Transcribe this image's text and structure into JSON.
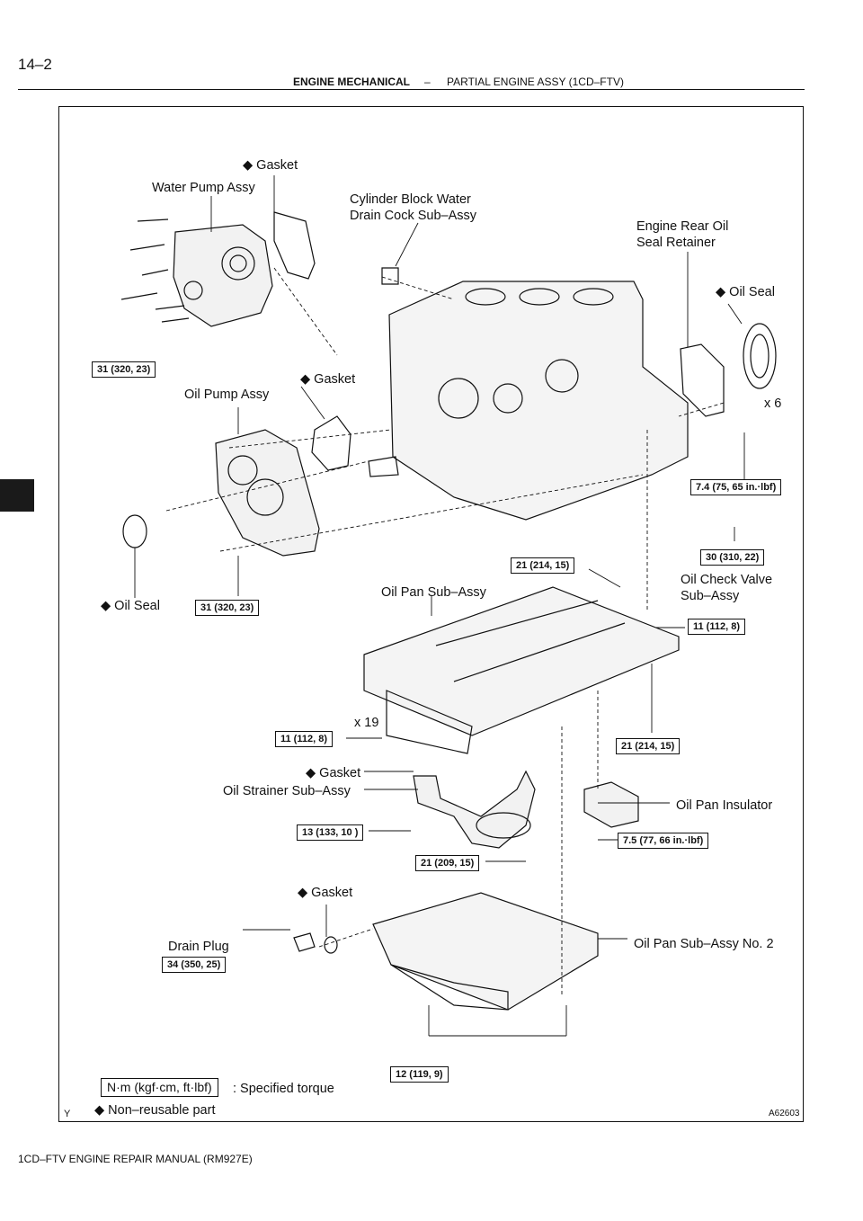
{
  "header": {
    "page_number": "14–2",
    "section": "ENGINE MECHANICAL",
    "separator": "–",
    "subsection": "PARTIAL ENGINE ASSY (1CD–FTV)"
  },
  "footer": {
    "manual_title": "1CD–FTV ENGINE REPAIR MANUAL   (RM927E)"
  },
  "figure": {
    "code": "A62603",
    "corner_mark": "Y"
  },
  "labels": {
    "gasket_water": "◆ Gasket",
    "water_pump": "Water Pump Assy",
    "drain_cock_1": "Cylinder Block Water",
    "drain_cock_2": "Drain Cock Sub–Assy",
    "rear_retainer_1": "Engine Rear Oil",
    "rear_retainer_2": "Seal Retainer",
    "oil_seal_rear": "◆ Oil Seal",
    "gasket_oil_pump": "◆ Gasket",
    "oil_pump": "Oil Pump Assy",
    "x6": "x 6",
    "check_valve_1": "Oil Check Valve",
    "check_valve_2": "Sub–Assy",
    "oil_seal_front": "◆ Oil Seal",
    "oil_pan": "Oil Pan Sub–Assy",
    "x19": "x 19",
    "gasket_strainer": "◆ Gasket",
    "oil_strainer": "Oil Strainer Sub–Assy",
    "oil_pan_insulator": "Oil Pan Insulator",
    "gasket_drain": "◆ Gasket",
    "drain_plug": "Drain Plug",
    "oil_pan_no2": "Oil Pan Sub–Assy No. 2"
  },
  "torques": {
    "water_pump": "31 (320, 23)",
    "rear_retainer": "7.4 (75, 65 in.·lbf)",
    "check_valve": "30 (310, 22)",
    "oil_pan_upper": "21 (214, 15)",
    "oil_pan_nut": "11 (112, 8)",
    "oil_pump": "31 (320, 23)",
    "oil_pan_bolt": "11 (112, 8)",
    "oil_pan_lower": "21 (214, 15)",
    "strainer_nut": "13 (133, 10 )",
    "strainer_bolt": "21 (209, 15)",
    "insulator": "7.5 (77, 66 in.·lbf)",
    "drain_plug": "34 (350, 25)",
    "oil_pan_no2": "12 (119, 9)"
  },
  "legend": {
    "unit_box": "N·m (kgf·cm, ft·lbf)",
    "unit_desc": ": Specified torque",
    "non_reusable": "◆ Non–reusable part"
  }
}
